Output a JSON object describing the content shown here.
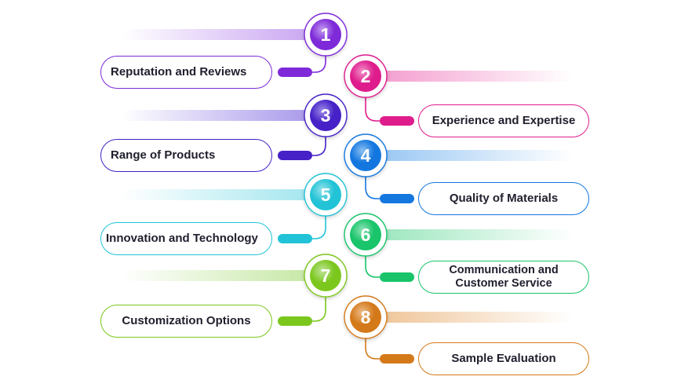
{
  "steps": [
    {
      "number": "1",
      "label": "Reputation and Reviews",
      "color": "#7E2AD8",
      "light": "#C39AF0"
    },
    {
      "number": "2",
      "label": "Experience and Expertise",
      "color": "#DE1C8C",
      "light": "#F291C9"
    },
    {
      "number": "3",
      "label": "Range of Products",
      "color": "#4521C7",
      "light": "#9E8BE8"
    },
    {
      "number": "4",
      "label": "Quality of Materials",
      "color": "#1477E0",
      "light": "#8CC0F2"
    },
    {
      "number": "5",
      "label": "Innovation and Technology",
      "color": "#22C3D6",
      "light": "#97E3EC"
    },
    {
      "number": "6",
      "label": "Communication and Customer Service",
      "color": "#19C46A",
      "light": "#8FE3B6"
    },
    {
      "number": "7",
      "label": "Customization Options",
      "color": "#7CC71E",
      "light": "#BFE59A"
    },
    {
      "number": "8",
      "label": "Sample Evaluation",
      "color": "#D4791A",
      "light": "#EDBE8C"
    }
  ]
}
